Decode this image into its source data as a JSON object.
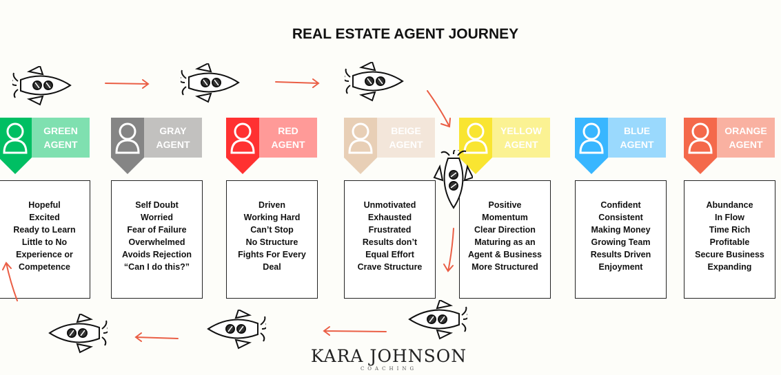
{
  "title": "REAL ESTATE AGENT JOURNEY",
  "agents": [
    {
      "line1": "GREEN",
      "line2": "AGENT",
      "dark": "#00bf63",
      "light": "#7fe0b0",
      "traits": [
        "Hopeful",
        "Excited",
        "Ready to Learn",
        "Little to No",
        "Experience or",
        "Competence"
      ]
    },
    {
      "line1": "GRAY",
      "line2": "AGENT",
      "dark": "#858585",
      "light": "#c2c1bf",
      "traits": [
        "Self Doubt",
        "Worried",
        "Fear of Failure",
        "Overwhelmed",
        "Avoids Rejection",
        "“Can I do this?”"
      ]
    },
    {
      "line1": "RED",
      "line2": "AGENT",
      "dark": "#ff3131",
      "light": "#ff9a98",
      "traits": [
        "Driven",
        "Working Hard",
        "Can’t Stop",
        "No Structure",
        "Fights For Every",
        "Deal"
      ]
    },
    {
      "line1": "BEIGE",
      "line2": "AGENT",
      "dark": "#e8cfb6",
      "light": "#f3e6da",
      "traits": [
        "Unmotivated",
        "Exhausted",
        "Frustrated",
        "Results don’t",
        "Equal Effort",
        "Crave Structure"
      ]
    },
    {
      "line1": "YELLOW",
      "line2": "AGENT",
      "dark": "#f9e531",
      "light": "#fbf293",
      "traits": [
        "Positive",
        "Momentum",
        "Clear Direction",
        "Maturing as an",
        "Agent & Business",
        "More Structured"
      ]
    },
    {
      "line1": "BLUE",
      "line2": "AGENT",
      "dark": "#38b6ff",
      "light": "#9ad9fd",
      "traits": [
        "Confident",
        "Consistent",
        "Making Money",
        "Growing Team",
        "Results Driven",
        "Enjoyment"
      ]
    },
    {
      "line1": "ORANGE",
      "line2": "AGENT",
      "dark": "#f4694b",
      "light": "#f9b1a1",
      "traits": [
        "Abundance",
        "In Flow",
        "Time Rich",
        "Profitable",
        "Secure Business",
        "Expanding"
      ]
    }
  ],
  "brand": {
    "name": "KARA JOHNSON",
    "sub": "COACHING"
  },
  "arrow_color": "#ea5e45"
}
